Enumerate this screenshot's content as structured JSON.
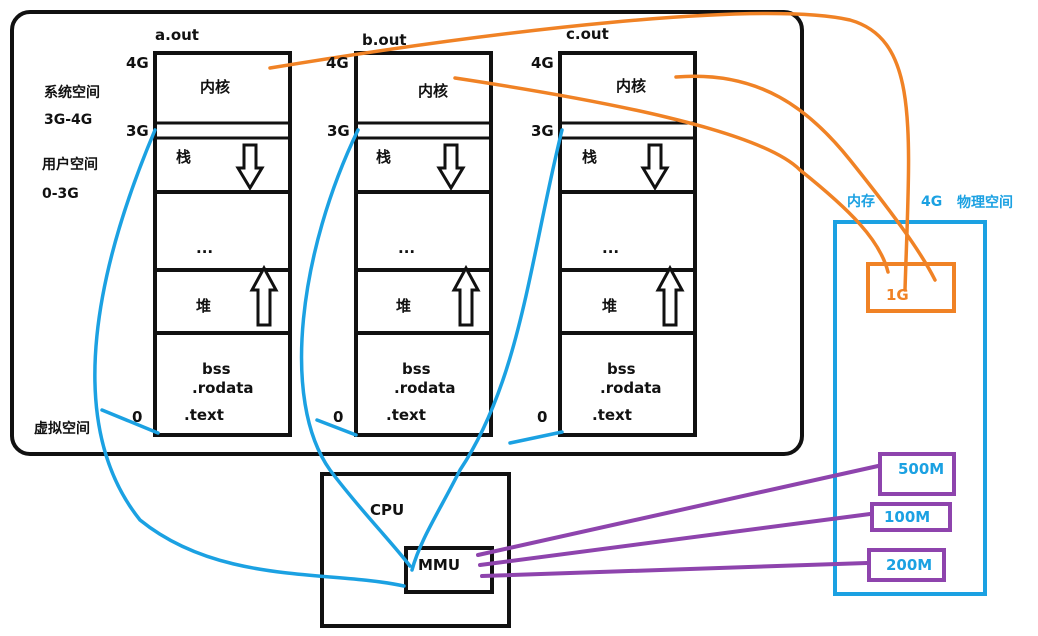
{
  "left_labels": {
    "kernel_space": "系统空间",
    "kernel_range": "3G-4G",
    "user_space": "用户空间",
    "user_range": "0-3G",
    "virtual_space": "虚拟空间"
  },
  "processes": [
    {
      "name": "a.out",
      "addr_4g": "4G",
      "addr_3g": "3G",
      "addr_0": "0",
      "seg_kernel": "内核",
      "seg_stack": "栈",
      "seg_gap": "...",
      "seg_heap": "堆",
      "seg_bss": "bss",
      "seg_rodata": ".rodata",
      "seg_text": ".text"
    },
    {
      "name": "b.out",
      "addr_4g": "4G",
      "addr_3g": "3G",
      "addr_0": "0",
      "seg_kernel": "内核",
      "seg_stack": "栈",
      "seg_gap": "...",
      "seg_heap": "堆",
      "seg_bss": "bss",
      "seg_rodata": ".rodata",
      "seg_text": ".text"
    },
    {
      "name": "c.out",
      "addr_4g": "4G",
      "addr_3g": "3G",
      "addr_0": "0",
      "seg_kernel": "内核",
      "seg_stack": "栈",
      "seg_gap": "...",
      "seg_heap": "堆",
      "seg_bss": "bss",
      "seg_rodata": ".rodata",
      "seg_text": ".text"
    }
  ],
  "cpu": {
    "label": "CPU",
    "mmu": "MMU"
  },
  "physical": {
    "mem_label": "内存",
    "size_label": "4G",
    "phys_label": "物理空间",
    "kernel_block": "1G",
    "blocks": [
      "500M",
      "100M",
      "200M"
    ]
  },
  "colors": {
    "cyan": "#1ba1e2",
    "orange": "#f08225",
    "purple": "#8e44ad",
    "black": "#111111"
  }
}
